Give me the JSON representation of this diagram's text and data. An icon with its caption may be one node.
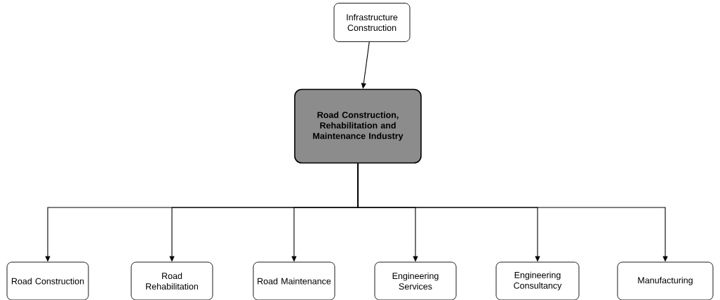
{
  "diagram": {
    "nodes": [
      {
        "text": [
          "Infrastructure Construction"
        ]
      },
      {
        "text": [
          "Road Construction, Rehabilitation and Maintenance Industry"
        ]
      },
      {
        "text": [
          "Road Construction"
        ]
      },
      {
        "text": [
          "Road Rehabilitation"
        ]
      },
      {
        "text": [
          "Road Maintenance"
        ]
      },
      {
        "text": [
          "Engineering Services"
        ]
      },
      {
        "text": [
          "Engineering Consultancy"
        ]
      },
      {
        "text": [
          "Manufacturing"
        ]
      }
    ],
    "edges": [
      {
        "from": 0,
        "to": 1,
        "arrow": "to"
      },
      {
        "from": 1,
        "to": 2,
        "arrow": "to"
      },
      {
        "from": 1,
        "to": 3,
        "arrow": "to"
      },
      {
        "from": 1,
        "to": 4,
        "arrow": "to"
      },
      {
        "from": 1,
        "to": 5,
        "arrow": "to"
      },
      {
        "from": 1,
        "to": 6,
        "arrow": "to"
      },
      {
        "from": 1,
        "to": 7,
        "arrow": "to"
      }
    ]
  }
}
